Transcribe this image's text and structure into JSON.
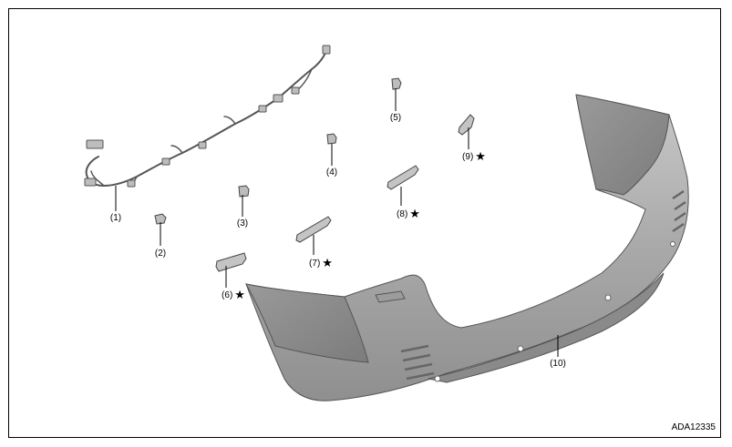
{
  "figure_code": "ADA12335",
  "star_symbol": "★",
  "callouts": [
    {
      "id": "1",
      "text": "(1)",
      "star": false
    },
    {
      "id": "2",
      "text": "(2)",
      "star": false
    },
    {
      "id": "3",
      "text": "(3)",
      "star": false
    },
    {
      "id": "4",
      "text": "(4)",
      "star": false
    },
    {
      "id": "5",
      "text": "(5)",
      "star": false
    },
    {
      "id": "6",
      "text": "(6)",
      "star": true
    },
    {
      "id": "7",
      "text": "(7)",
      "star": true
    },
    {
      "id": "8",
      "text": "(8)",
      "star": true
    },
    {
      "id": "9",
      "text": "(9)",
      "star": true
    },
    {
      "id": "10",
      "text": "(10)",
      "star": false
    }
  ]
}
